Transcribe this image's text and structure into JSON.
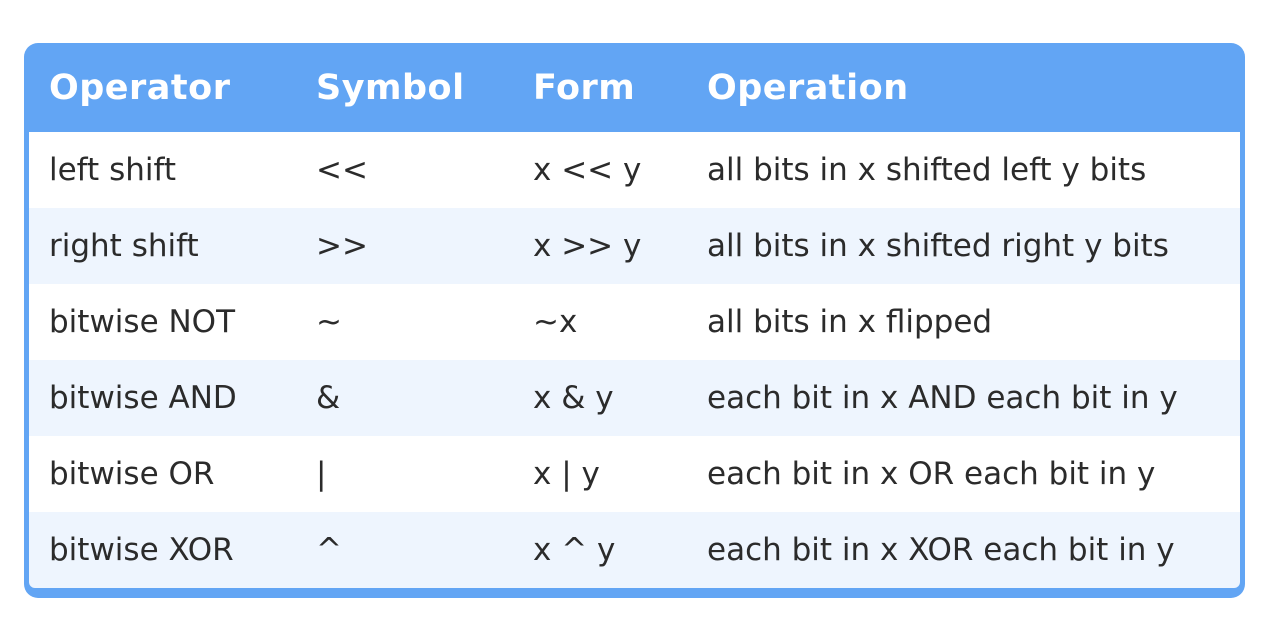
{
  "colors": {
    "header_background": "#62a5f4",
    "header_text": "#ffffff",
    "row_odd": "#ffffff",
    "row_even": "#eef5fe",
    "cell_text": "#2b2b2b"
  },
  "table": {
    "headers": [
      "Operator",
      "Symbol",
      "Form",
      "Operation"
    ],
    "rows": [
      [
        "left shift",
        "<<",
        "x << y",
        "all bits in x shifted left y bits"
      ],
      [
        "right shift",
        ">>",
        "x >> y",
        "all bits in x shifted right y bits"
      ],
      [
        "bitwise NOT",
        "~",
        "~x",
        "all bits in x flipped"
      ],
      [
        "bitwise AND",
        "&",
        "x & y",
        "each bit in x AND each bit in y"
      ],
      [
        "bitwise OR",
        "|",
        "x | y",
        "each bit in x OR each bit in y"
      ],
      [
        "bitwise XOR",
        "^",
        "x ^ y",
        "each bit in x XOR each bit in y"
      ]
    ]
  }
}
